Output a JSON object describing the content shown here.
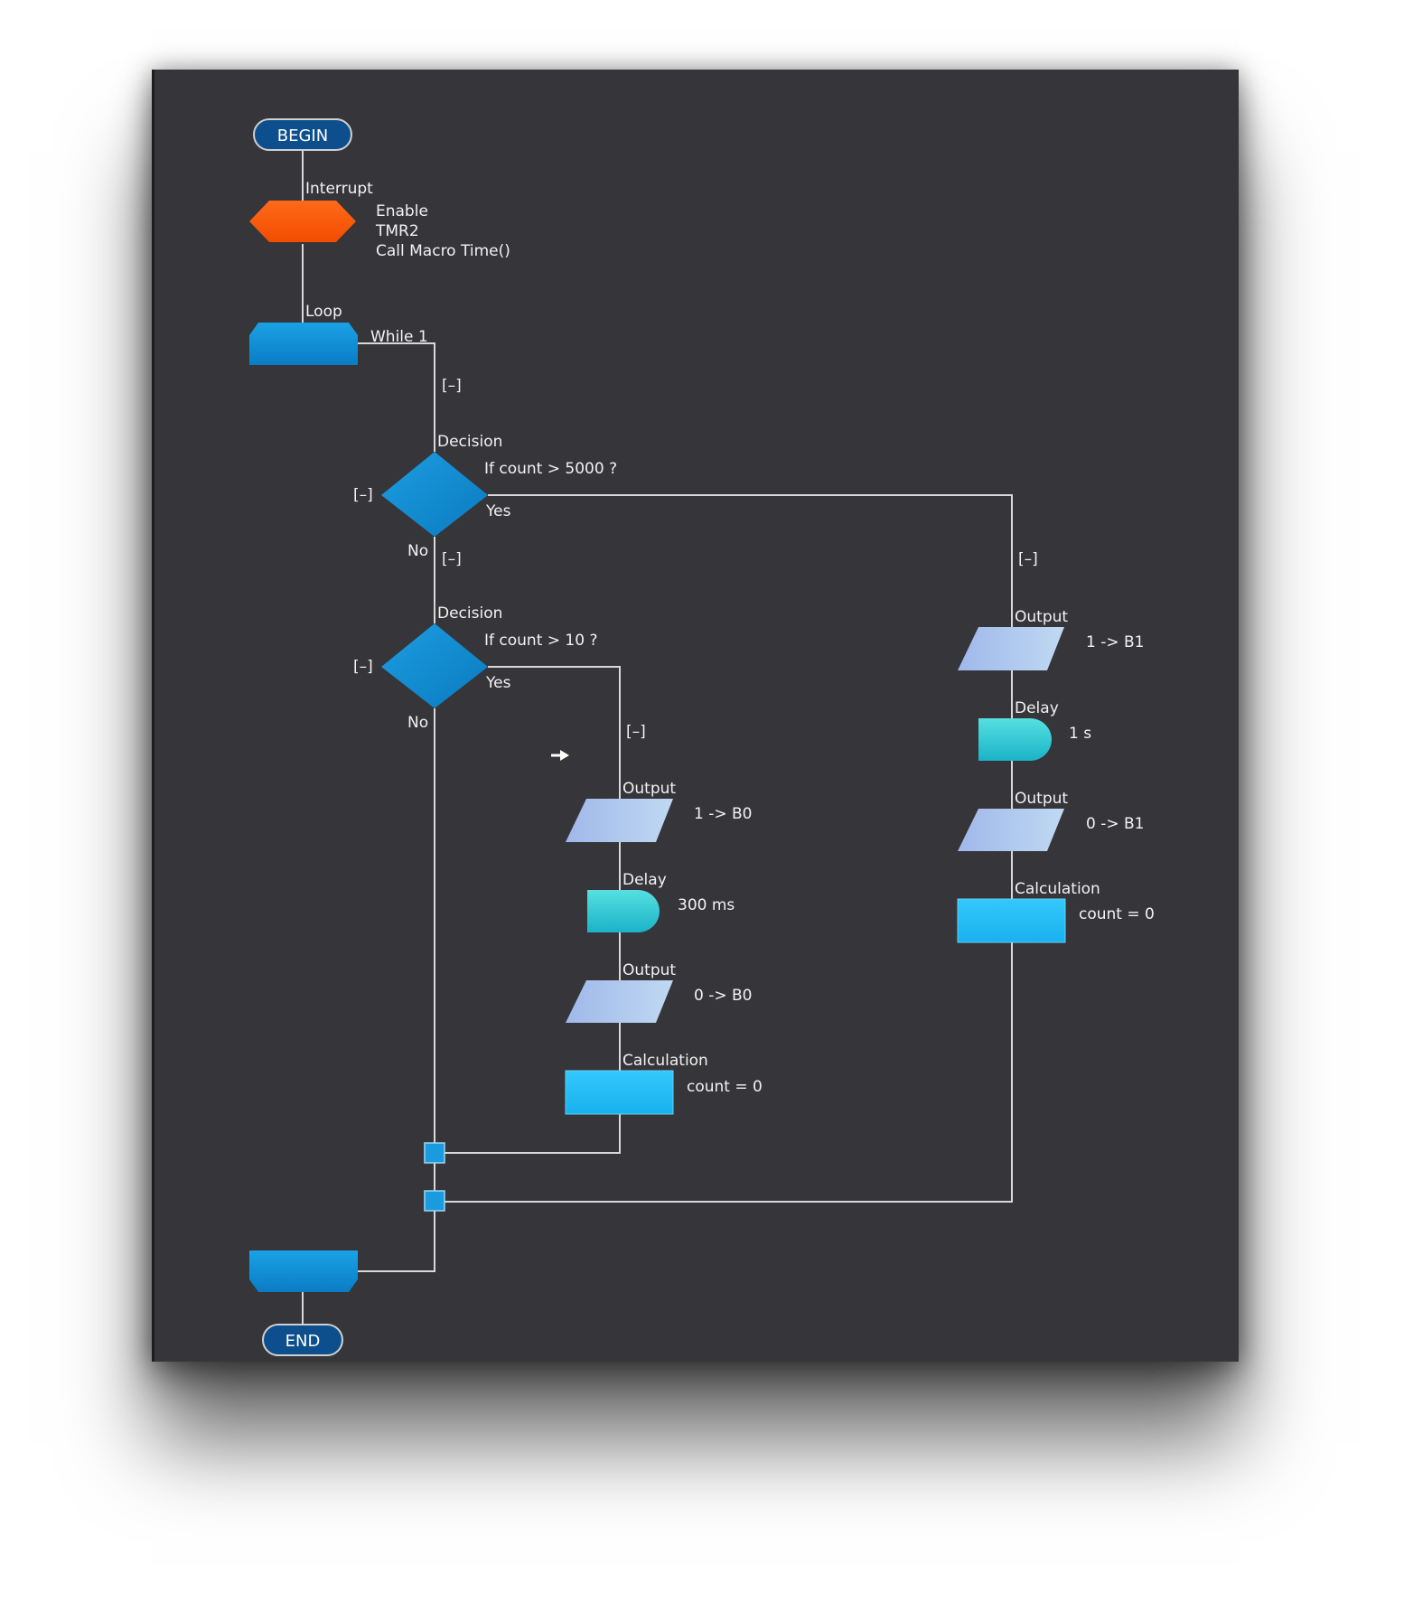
{
  "flowchart": {
    "begin": "BEGIN",
    "end": "END",
    "interrupt": {
      "title": "Interrupt",
      "line1": "Enable",
      "line2": "TMR2",
      "line3": "Call Macro Time()"
    },
    "loop": {
      "title": "Loop",
      "condition": "While 1"
    },
    "collapse_marker": "[–]",
    "decision1": {
      "title": "Decision",
      "condition": "If  count > 5000 ?",
      "yes": "Yes",
      "no": "No"
    },
    "decision2": {
      "title": "Decision",
      "condition": "If  count > 10 ?",
      "yes": "Yes",
      "no": "No"
    },
    "branch_b0": {
      "output1_title": "Output",
      "output1_value": "1 -> B0",
      "delay_title": "Delay",
      "delay_value": "300 ms",
      "output2_title": "Output",
      "output2_value": "0 -> B0",
      "calc_title": "Calculation",
      "calc_value": "count = 0"
    },
    "branch_b1": {
      "output1_title": "Output",
      "output1_value": "1 -> B1",
      "delay_title": "Delay",
      "delay_value": "1 s",
      "output2_title": "Output",
      "output2_value": "0 -> B1",
      "calc_title": "Calculation",
      "calc_value": "count = 0"
    }
  },
  "colors": {
    "background": "#363539",
    "terminal": "#0c4f8c",
    "interrupt": "#ff5a0a",
    "loop": "#1296d8",
    "decision": "#1290d6",
    "output": "#a8c4ec",
    "delay": "#2ccfd6",
    "calculation": "#27c0f5",
    "junction": "#1a9be0"
  }
}
